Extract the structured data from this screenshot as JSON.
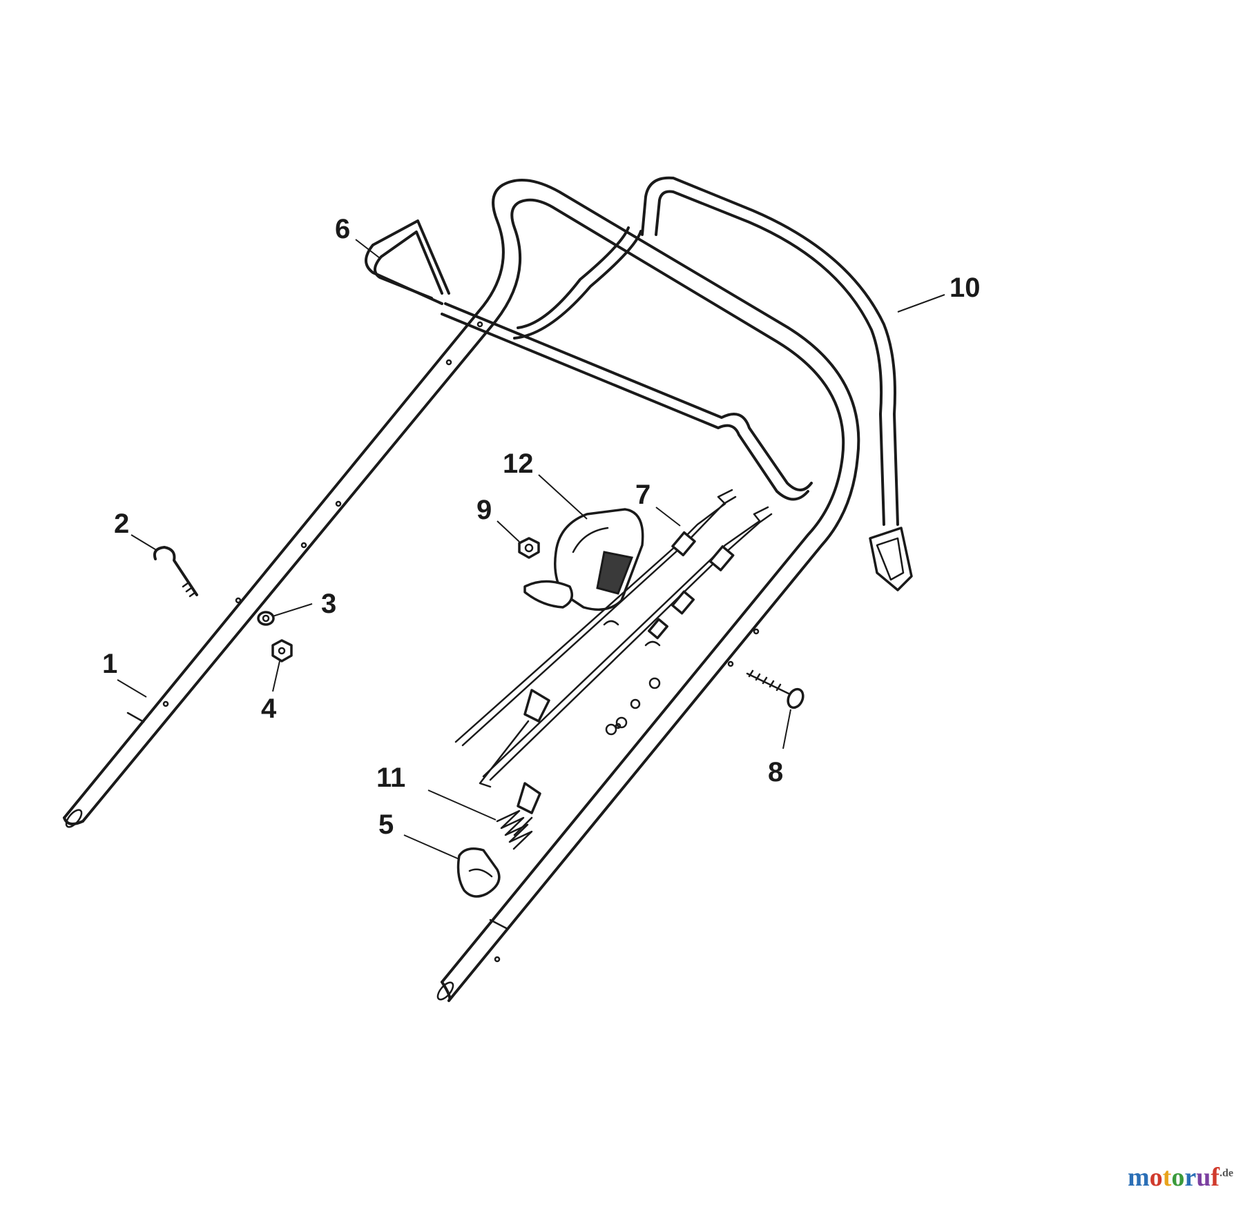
{
  "diagram": {
    "callouts": [
      {
        "id": "1",
        "label": "1"
      },
      {
        "id": "2",
        "label": "2"
      },
      {
        "id": "3",
        "label": "3"
      },
      {
        "id": "4",
        "label": "4"
      },
      {
        "id": "5",
        "label": "5"
      },
      {
        "id": "6",
        "label": "6"
      },
      {
        "id": "7",
        "label": "7"
      },
      {
        "id": "8",
        "label": "8"
      },
      {
        "id": "9",
        "label": "9"
      },
      {
        "id": "10",
        "label": "10"
      },
      {
        "id": "11",
        "label": "11"
      },
      {
        "id": "12",
        "label": "12"
      }
    ]
  },
  "watermark": {
    "text": "motoruf",
    "suffix": ".de",
    "colors": [
      "#2b6fb6",
      "#d03a2c",
      "#e8a31c",
      "#3b9a3b",
      "#2b6fb6",
      "#7b3fa0",
      "#d03a2c"
    ]
  }
}
